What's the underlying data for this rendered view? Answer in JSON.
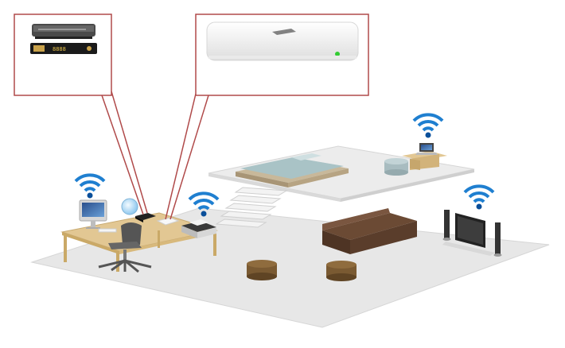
{
  "scene": {
    "palette": {
      "floor": "#e7e7e7",
      "floor_edge": "#d2d2d2",
      "callout_border": "#b04a4a",
      "wifi": "#1f7fd0",
      "wifi_dot": "#0a4f9a",
      "sofa": "#5a3d2b",
      "ottoman": "#7a5a32",
      "bed_frame": "#c8b89a",
      "bed_sheet": "#a9c3c6",
      "desk": "#e2c793",
      "led": "#33cc33"
    },
    "callouts": [
      {
        "id": "modem-callout",
        "text": "8888"
      },
      {
        "id": "base-station-callout",
        "text": ""
      }
    ],
    "icons": [
      "wifi-icon",
      "imac-icon",
      "laptop-icon",
      "printer-icon",
      "tv-icon",
      "speaker-icon",
      "router-icon",
      "modem-icon",
      "globe-icon"
    ]
  }
}
